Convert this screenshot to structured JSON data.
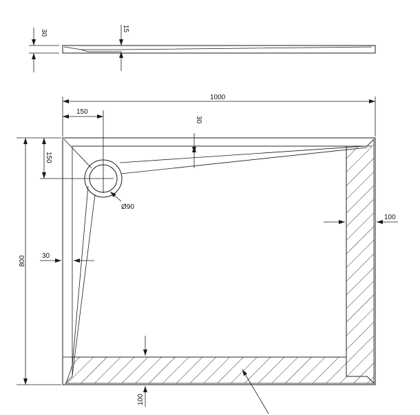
{
  "dimensions": {
    "side_thickness": "30",
    "side_depth": "15",
    "length": "1000",
    "drain_offset_x": "150",
    "slope_depth": "30",
    "drain_offset_y": "150",
    "drain_diameter": "Ø90",
    "border_right": "100",
    "width": "800",
    "border_left": "30",
    "border_bottom": "100"
  }
}
